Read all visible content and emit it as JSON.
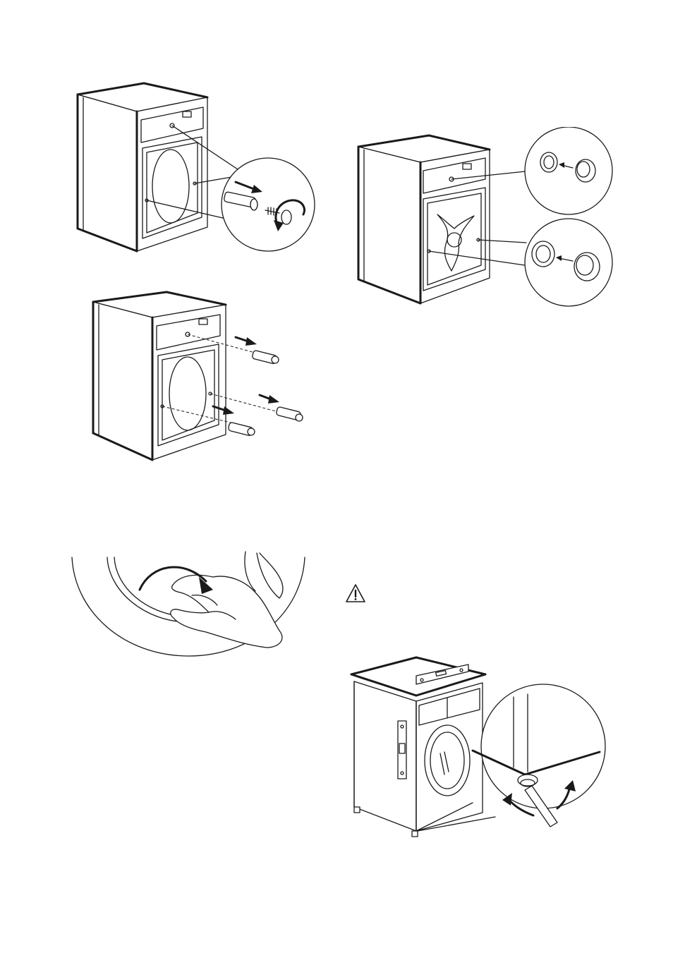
{
  "figures": [
    {
      "id": "fig-remove-transit-bolts",
      "icon": "unscrew-transit-bolts-illustration"
    },
    {
      "id": "fig-insert-plastic-caps",
      "icon": "insert-caps-illustration"
    },
    {
      "id": "fig-pull-out-spacers",
      "icon": "pull-spacers-illustration"
    },
    {
      "id": "fig-door-handle-rotation",
      "icon": "hand-rotating-door-illustration"
    },
    {
      "id": "fig-warning",
      "icon": "warning-triangle-icon"
    },
    {
      "id": "fig-level-adjustment",
      "icon": "spirit-level-feet-adjustment-illustration"
    }
  ]
}
